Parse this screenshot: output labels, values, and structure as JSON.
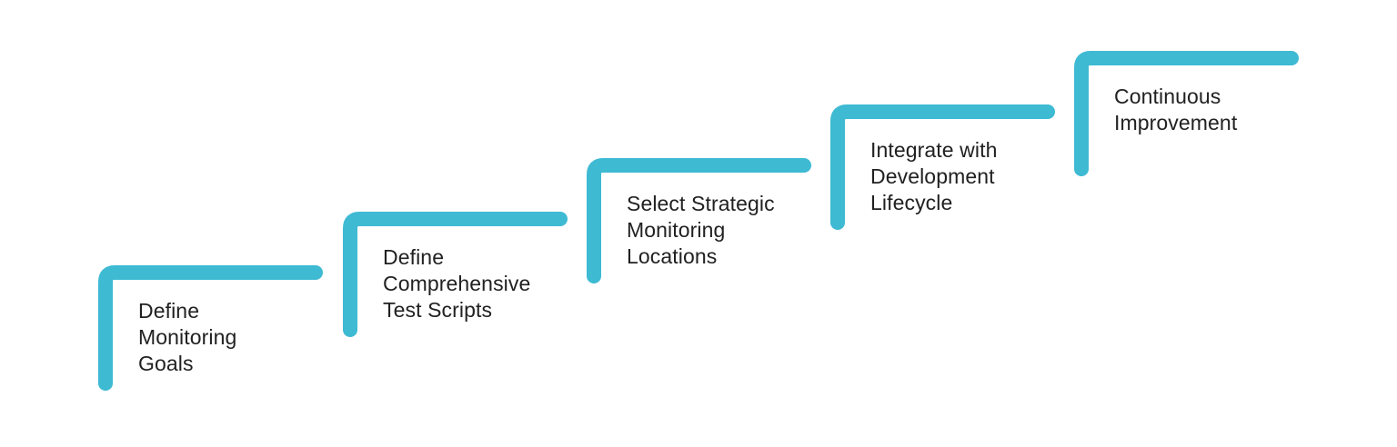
{
  "diagram": {
    "type": "staircase-process",
    "accent_color": "#3EBAD3",
    "text_color": "#212121",
    "background_color": "#FFFFFF",
    "steps": [
      {
        "label": "Define\nMonitoring\nGoals"
      },
      {
        "label": "Define\nComprehensive\nTest Scripts"
      },
      {
        "label": "Select Strategic\nMonitoring\nLocations"
      },
      {
        "label": "Integrate with\nDevelopment\nLifecycle"
      },
      {
        "label": "Continuous\nImprovement"
      }
    ]
  }
}
